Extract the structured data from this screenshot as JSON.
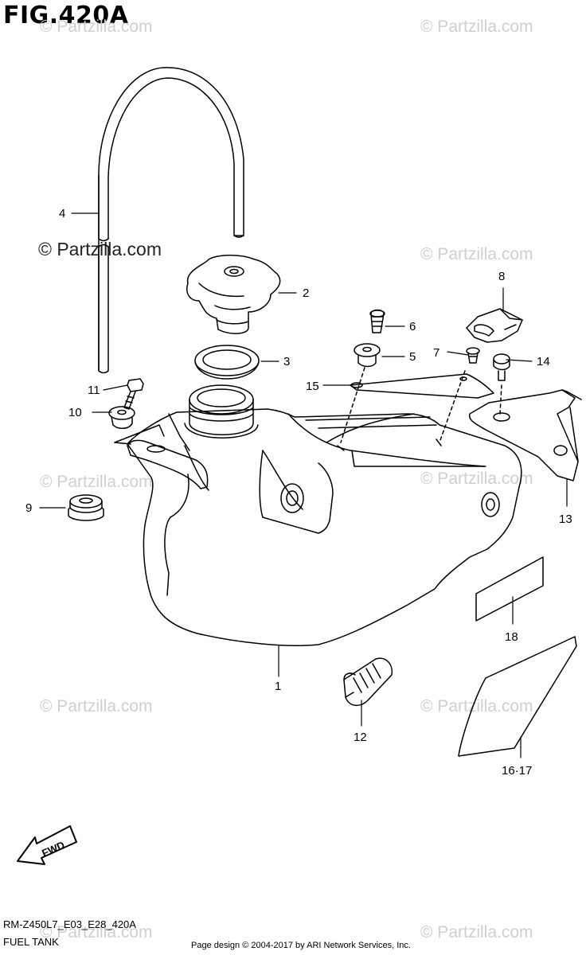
{
  "figure_title": "FIG.420A",
  "watermark_text": "© Partzilla.com",
  "fwd_label": "FWD",
  "footer": {
    "model_code": "RM-Z450L7_E03_E28_420A",
    "section_name": "FUEL TANK",
    "credit": "Page design © 2004-2017 by ARI Network Services, Inc."
  },
  "callouts": [
    {
      "id": "1",
      "label": "1"
    },
    {
      "id": "2",
      "label": "2"
    },
    {
      "id": "3",
      "label": "3"
    },
    {
      "id": "4",
      "label": "4"
    },
    {
      "id": "5",
      "label": "5"
    },
    {
      "id": "6",
      "label": "6"
    },
    {
      "id": "7",
      "label": "7"
    },
    {
      "id": "8",
      "label": "8"
    },
    {
      "id": "9",
      "label": "9"
    },
    {
      "id": "10",
      "label": "10"
    },
    {
      "id": "11",
      "label": "11"
    },
    {
      "id": "12",
      "label": "12"
    },
    {
      "id": "13",
      "label": "13"
    },
    {
      "id": "14",
      "label": "14"
    },
    {
      "id": "15",
      "label": "15"
    },
    {
      "id": "16-17",
      "label": "16·17"
    },
    {
      "id": "18",
      "label": "18"
    }
  ]
}
